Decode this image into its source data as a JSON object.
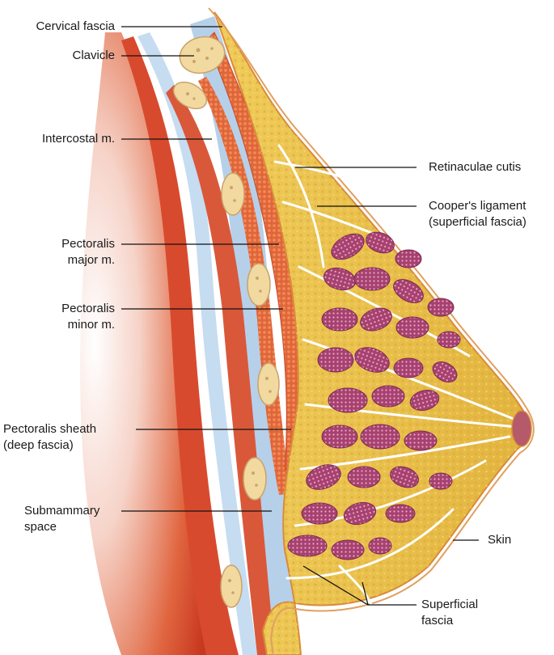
{
  "labels": {
    "cervical_fascia": "Cervical fascia",
    "clavicle": "Clavicle",
    "intercostal": "Intercostal m.",
    "pect_major_1": "Pectoralis",
    "pect_major_2": "major m.",
    "pect_minor_1": "Pectoralis",
    "pect_minor_2": "minor m.",
    "pect_sheath_1": "Pectoralis sheath",
    "pect_sheath_2": "(deep fascia)",
    "submammary_1": "Submammary",
    "submammary_2": "space",
    "retinaculae": "Retinaculae cutis",
    "coopers_1": "Cooper's ligament",
    "coopers_2": "(superficial fascia)",
    "skin": "Skin",
    "superficial_1": "Superficial",
    "superficial_2": "fascia"
  },
  "colors": {
    "chest_wall": "#d4452a",
    "muscle": "#e06a3c",
    "fascia_blue": "#b9d3ec",
    "fat_yellow": "#e9c04a",
    "skin_outline": "#d98a3a",
    "gland": "#a8406f",
    "bone": "#f2d9a0",
    "leader_line": "#111111"
  }
}
